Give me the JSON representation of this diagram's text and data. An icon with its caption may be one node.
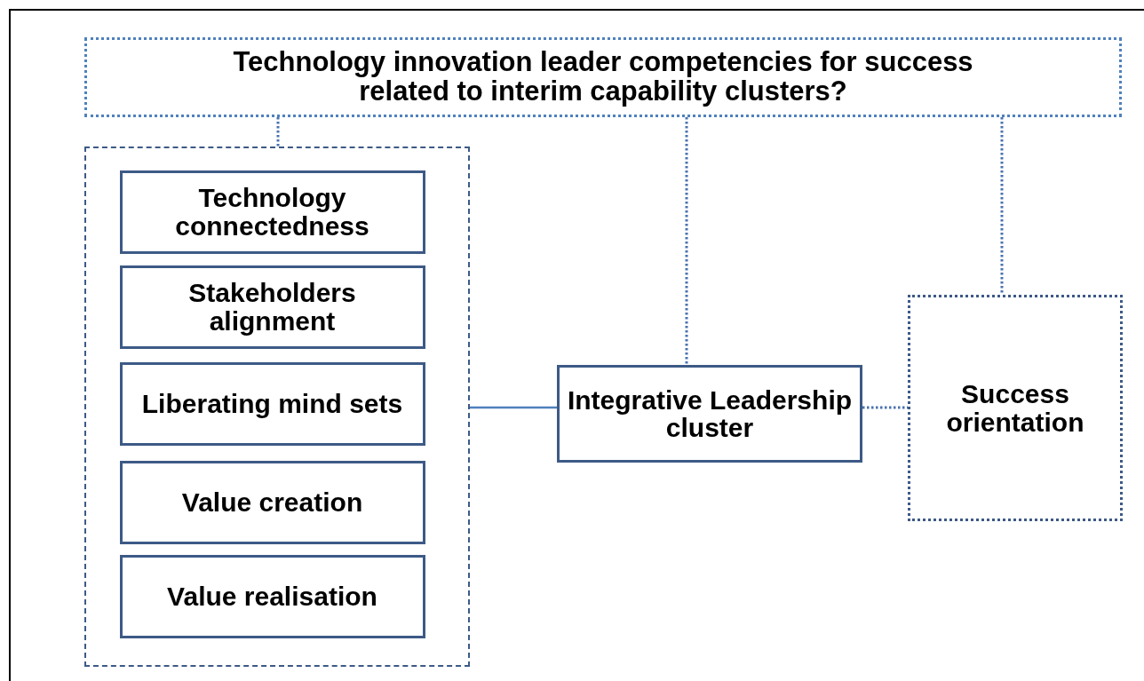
{
  "diagram": {
    "nodes": [
      {
        "text": [
          "Technology innovation leader competencies for success related to interim capability clusters?"
        ]
      },
      {
        "text": [],
        "shape": "box"
      },
      {
        "text": [
          "Technology connectedness"
        ],
        "in": 1
      },
      {
        "text": [
          "Stakeholders alignment"
        ],
        "in": 1
      },
      {
        "text": [
          "Liberating mind sets"
        ],
        "in": 1
      },
      {
        "text": [
          "Value creation"
        ],
        "in": 1
      },
      {
        "text": [
          "Value realisation"
        ],
        "in": 1
      },
      {
        "text": [
          "Integrative Leadership cluster"
        ]
      },
      {
        "text": [
          "Success orientation"
        ]
      }
    ],
    "edges": [
      {
        "from": 0,
        "to": 1,
        "arrow": "none",
        "style": "dashed"
      },
      {
        "from": 0,
        "to": 7,
        "arrow": "none",
        "style": "dashed"
      },
      {
        "from": 0,
        "to": 8,
        "arrow": "none",
        "style": "dashed"
      },
      {
        "from": 1,
        "to": 7,
        "arrow": "none",
        "color": "#4f81bd"
      },
      {
        "from": 7,
        "to": 8,
        "arrow": "none",
        "style": "dashed"
      }
    ]
  }
}
